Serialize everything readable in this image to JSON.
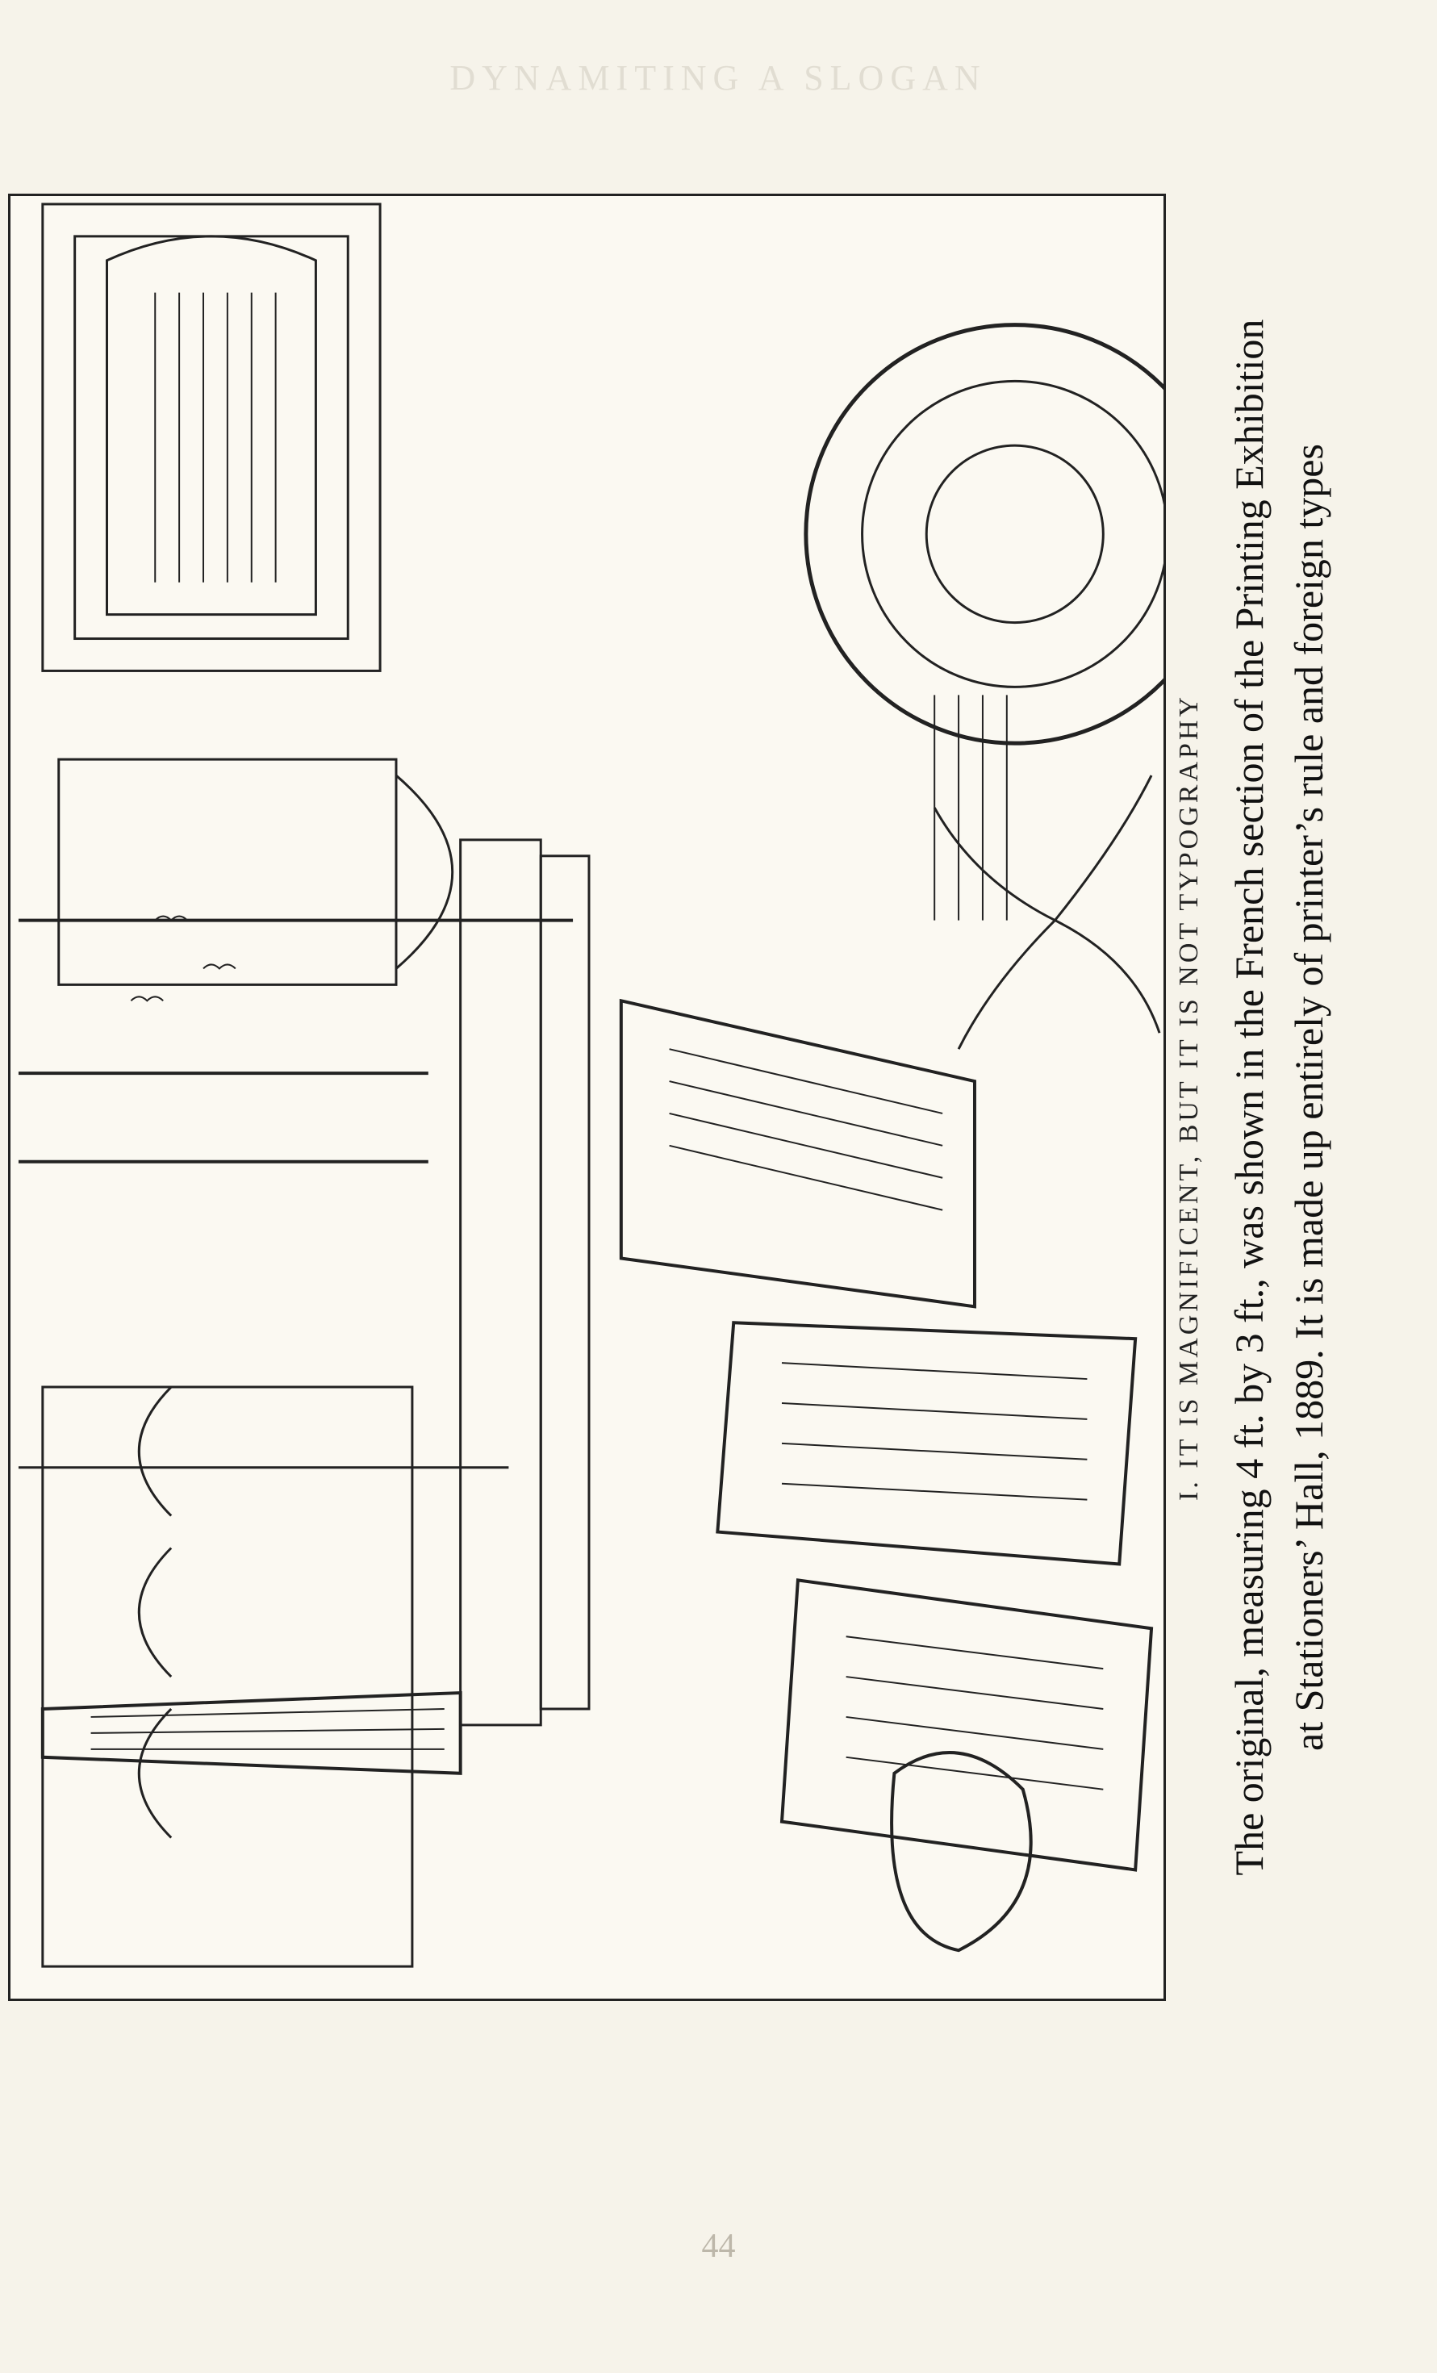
{
  "running_head": "DYNAMITING A SLOGAN",
  "plate": {
    "title": "I. IT IS MAGNIFICENT, BUT IT IS NOT TYPOGRAPHY",
    "caption_lines": [
      "The original, measuring 4 ft. by 3 ft., was shown in the French section of the Printing Exhibition",
      "at Stationers’ Hall, 1889. It is made up entirely of printer’s rule and foreign types"
    ],
    "illustration_alt": "Composite engraving of an oriental scene built from printer's rule and foreign types: domed mosque, obelisk, sphinx, tablets of foreign script and palms"
  },
  "page_number": "44"
}
